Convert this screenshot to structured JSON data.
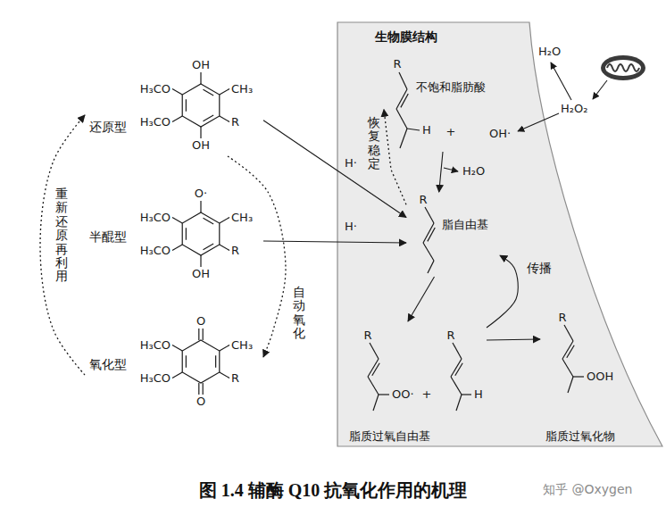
{
  "diagram": {
    "caption": "图 1.4 辅酶 Q10 抗氧化作用的机理",
    "nodes": [
      {
        "text": [
          "生物膜结构"
        ]
      },
      {
        "text": [
          "还原型"
        ]
      },
      {
        "text": [
          "半醌型"
        ]
      },
      {
        "text": [
          "氧化型"
        ]
      },
      {
        "text": [
          "不饱和脂肪酸"
        ],
        "in": 0
      },
      {
        "text": [
          "脂自由基"
        ],
        "in": 0
      },
      {
        "text": [
          "脂质过氧自由基"
        ],
        "in": 0
      },
      {
        "text": [
          "脂质过氧化物"
        ],
        "in": 0
      }
    ],
    "edges": [
      {
        "from": 1,
        "to": 5,
        "arrow": "to"
      },
      {
        "from": 2,
        "to": 5,
        "arrow": "to"
      },
      {
        "from": 1,
        "to": 3,
        "label": "自动氧化",
        "arrow": "to"
      },
      {
        "from": 3,
        "to": 1,
        "label": "重新还原再利用",
        "arrow": "to"
      },
      {
        "from": 4,
        "to": 5,
        "arrow": "to"
      },
      {
        "from": 5,
        "to": 4,
        "label": "恢复稳定",
        "arrow": "to"
      },
      {
        "from": 5,
        "to": 6,
        "arrow": "to"
      },
      {
        "from": 6,
        "to": 7,
        "arrow": "to"
      },
      {
        "from": 6,
        "to": 5,
        "label": "传播",
        "arrow": "to"
      }
    ],
    "labels": [
      "H₃CO",
      "H₃CO",
      "OH",
      "OH",
      "CH₃",
      "R",
      "O·",
      "H₃CO",
      "H₃CO",
      "CH₃",
      "R",
      "OH",
      "O",
      "H₃CO",
      "H₃CO",
      "CH₃",
      "R",
      "O",
      "H₂O",
      "H₂O₂",
      "R",
      "H",
      "+",
      "OH·",
      "H₂O",
      "H·",
      "H·",
      "R",
      "R",
      "OO·",
      "+",
      "R",
      "H",
      "R",
      "OOH",
      "知乎 @Oxygen"
    ]
  }
}
